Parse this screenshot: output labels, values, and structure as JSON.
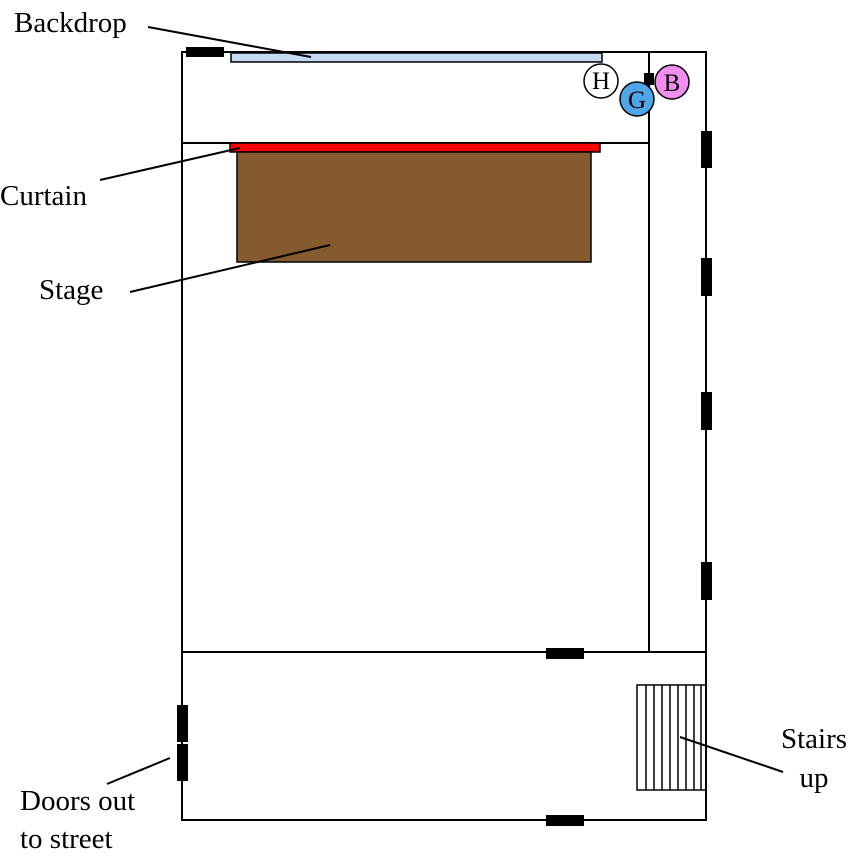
{
  "labels": {
    "backdrop": "Backdrop",
    "curtain": "Curtain",
    "stage": "Stage",
    "stairs_line1": "Stairs",
    "stairs_line2": "up",
    "doors_line1": "Doors out",
    "doors_line2": "to street"
  },
  "markers": {
    "h": "H",
    "g": "G",
    "b": "B"
  },
  "colors": {
    "backdrop": "#c5d9f1",
    "curtain": "#ff0000",
    "stage": "#845a2e",
    "marker_h": "#ffffff",
    "marker_g": "#4ea6e8",
    "marker_b": "#f08ff0",
    "walls": "#000000"
  }
}
